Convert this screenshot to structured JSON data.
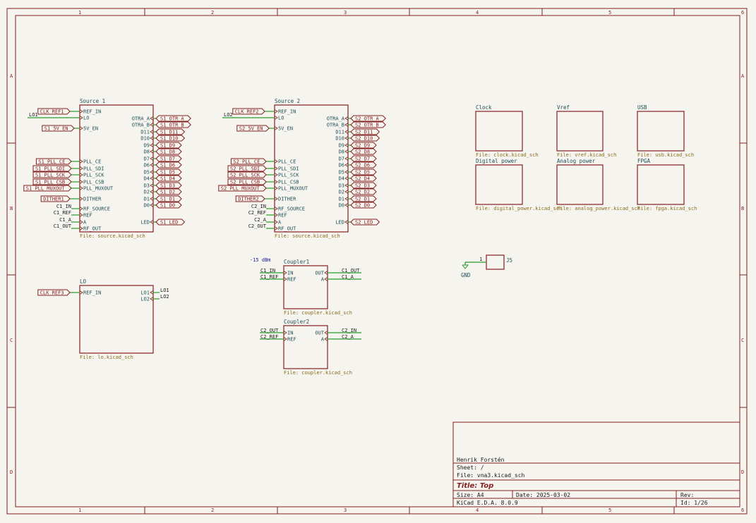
{
  "ruler": {
    "columns": [
      "1",
      "2",
      "3",
      "4",
      "5",
      "6"
    ],
    "rows": [
      "A",
      "B",
      "C",
      "D"
    ]
  },
  "sheets": {
    "source1": {
      "name": "Source 1",
      "file": "File: source.kicad_sch",
      "left_pins": [
        "REF_IN",
        "LO",
        "5V_EN",
        "PLL_CE",
        "PLL_SDI",
        "PLL_SCK",
        "PLL_CSB",
        "PLL_MUXOUT",
        "DITHER",
        "RF_SOURCE",
        "REF",
        "A",
        "RF_OUT"
      ],
      "right_pins": [
        "OTRA_A",
        "OTRA_B",
        "D11",
        "D10",
        "D9",
        "D8",
        "D7",
        "D6",
        "D5",
        "D4",
        "D3",
        "D2",
        "D1",
        "D0",
        "LED"
      ],
      "right_labels": [
        "S1_OTR_A",
        "S1_OTR_B",
        "S1_D11",
        "S1_D10",
        "S1_D9",
        "S1_D8",
        "S1_D7",
        "S1_D6",
        "S1_D5",
        "S1_D4",
        "S1_D3",
        "S1_D2",
        "S1_D1",
        "S1_D0",
        "S1_LED"
      ],
      "left_labels": [
        "CLK_REF1",
        "LO1",
        "S1_5V_EN",
        "S1_PLL_CE",
        "S1_PLL_SDI",
        "S1_PLL_SCK",
        "S1_PLL_CSB",
        "S1_PLL_MUXOUT",
        "DITHER1",
        "C1_IN",
        "C1_REF",
        "C1_A",
        "C1_OUT"
      ]
    },
    "source2": {
      "name": "Source 2",
      "file": "File: source.kicad_sch",
      "left_pins": [
        "REF_IN",
        "LO",
        "5V_EN",
        "PLL_CE",
        "PLL_SDI",
        "PLL_SCK",
        "PLL_CSB",
        "PLL_MUXOUT",
        "DITHER",
        "RF_SOURCE",
        "REF",
        "A",
        "RF_OUT"
      ],
      "right_pins": [
        "OTRA_A",
        "OTRA_B",
        "D11",
        "D10",
        "D9",
        "D8",
        "D7",
        "D6",
        "D5",
        "D4",
        "D3",
        "D2",
        "D1",
        "D0",
        "LED"
      ],
      "right_labels": [
        "S2_OTR_A",
        "S2_OTR_B",
        "S2_D11",
        "S2_D10",
        "S2_D9",
        "S2_D8",
        "S2_D7",
        "S2_D6",
        "S2_D5",
        "S2_D4",
        "S2_D3",
        "S2_D2",
        "S2_D1",
        "S2_D0",
        "S2_LED"
      ],
      "left_labels": [
        "CLK_REF2",
        "LO2",
        "S2_5V_EN",
        "S2_PLL_CE",
        "S2_PLL_SDI",
        "S2_PLL_SCK",
        "S2_PLL_CSB",
        "S2_PLL_MUXOUT",
        "DITHER2",
        "C2_IN",
        "C2_REF",
        "C2_A",
        "C2_OUT"
      ]
    },
    "lo": {
      "name": "LO",
      "file": "File: lo.kicad_sch",
      "left_pin": "REF_IN",
      "right_pins": [
        "LO1",
        "LO2"
      ],
      "left_label": "CLK_REF3",
      "right_nets": [
        "LO1",
        "LO2"
      ]
    },
    "coupler1": {
      "name": "Coupler1",
      "file": "File: coupler.kicad_sch",
      "left_pins": [
        "IN",
        "REF"
      ],
      "right_pins": [
        "OUT",
        "A"
      ],
      "left_nets": [
        "C1_IN",
        "C1_REF"
      ],
      "right_nets": [
        "C1_OUT",
        "C1_A"
      ],
      "note": "-15 dBm"
    },
    "coupler2": {
      "name": "Coupler2",
      "file": "File: coupler.kicad_sch",
      "left_pins": [
        "IN",
        "REF"
      ],
      "right_pins": [
        "OUT",
        "A"
      ],
      "left_nets": [
        "C2_OUT",
        "C2_REF"
      ],
      "right_nets": [
        "C2_IN",
        "C2_A"
      ]
    },
    "small": [
      {
        "name": "Clock",
        "file": "File: clock.kicad_sch"
      },
      {
        "name": "Vref",
        "file": "File: vref.kicad_sch"
      },
      {
        "name": "USB",
        "file": "File: usb.kicad_sch"
      },
      {
        "name": "Digital power",
        "file": "File: digital_power.kicad_sch"
      },
      {
        "name": "Analog power",
        "file": "File: analog_power.kicad_sch"
      },
      {
        "name": "FPGA",
        "file": "File: fpga.kicad_sch"
      }
    ]
  },
  "connector": {
    "ref": "J5",
    "pin": "1",
    "gnd": "GND"
  },
  "title_block": {
    "author": "Henrik Forstén",
    "sheet": "Sheet: /",
    "file": "File: vna3.kicad_sch",
    "title": "Title: Top",
    "size": "Size: A4",
    "date": "Date: 2025-03-02",
    "rev": "Rev:",
    "tool": "KiCad E.D.A. 8.0.9",
    "id": "Id: 1/26"
  },
  "colors": {
    "border": "#841f1f",
    "wire": "#2a9a2a",
    "pin": "#1f4f57",
    "file": "#8a6b1a",
    "background": "#f5f4ef"
  }
}
